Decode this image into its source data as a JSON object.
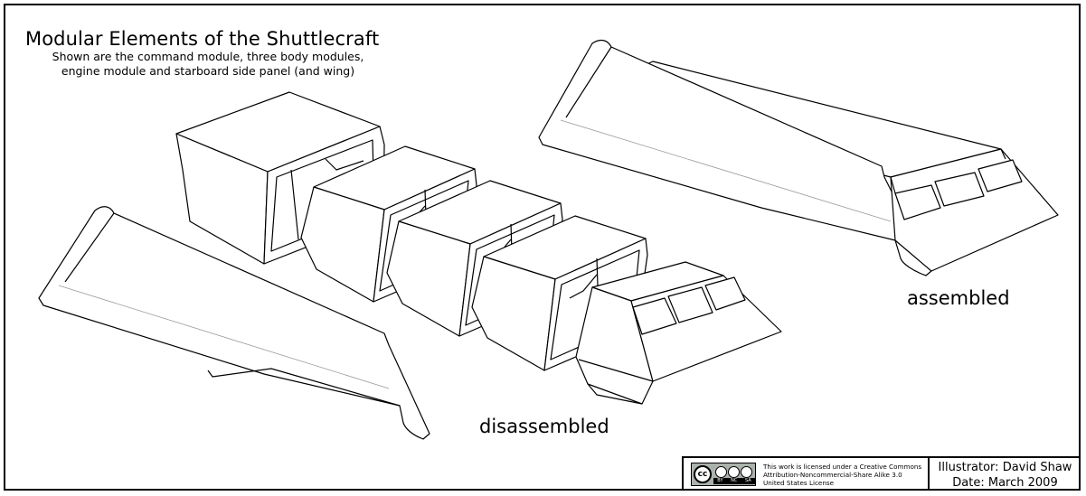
{
  "header": {
    "title": "Modular Elements of the Shuttlecraft",
    "subtitle_line1": "Shown are the command module, three body modules,",
    "subtitle_line2": "engine module and starboard side panel (and wing)"
  },
  "labels": {
    "assembled": "assembled",
    "disassembled": "disassembled"
  },
  "license": {
    "line1": "This work is licensed under a Creative Commons",
    "line2": "Attribution-Noncommercial-Share Alike 3.0",
    "line3": "United States License",
    "badge": {
      "cc": "cc",
      "by": "BY",
      "nc": "NC",
      "sa": "SA"
    }
  },
  "credits": {
    "illustrator": "Illustrator: David Shaw",
    "date": "Date: March 2009"
  },
  "colors": {
    "ink": "#000000",
    "background": "#ffffff",
    "badge_gray": "#aab2ab"
  }
}
